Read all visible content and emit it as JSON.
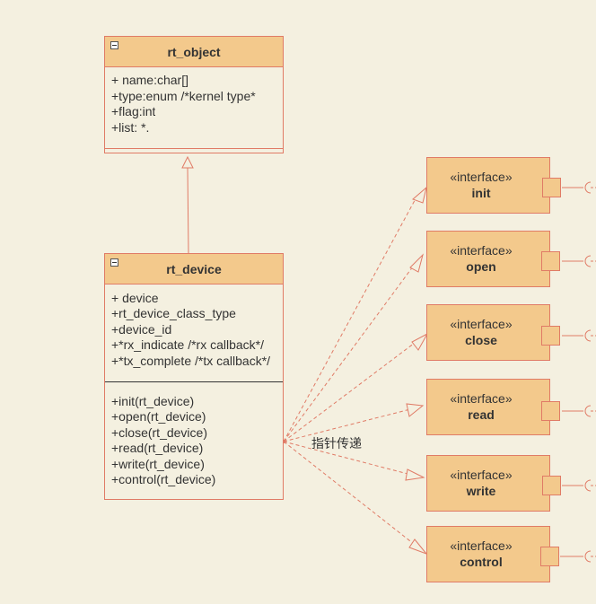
{
  "classes": {
    "rt_object": {
      "title": "rt_object",
      "attributes": [
        "+ name:char[]",
        "+type:enum  /*kernel type*",
        "+flag:int",
        "+list: *."
      ]
    },
    "rt_device": {
      "title": "rt_device",
      "attributes": [
        "+ device",
        "+rt_device_class_type",
        "+device_id",
        "+*rx_indicate /*rx callback*/",
        "+*tx_complete /*tx callback*/"
      ],
      "methods": [
        "+init(rt_device)",
        "+open(rt_device)",
        "+close(rt_device)",
        "+read(rt_device)",
        "+write(rt_device)",
        "+control(rt_device)"
      ]
    }
  },
  "interfaces": [
    {
      "stereotype": "«interface»",
      "name": "init"
    },
    {
      "stereotype": "«interface»",
      "name": "open"
    },
    {
      "stereotype": "«interface»",
      "name": "close"
    },
    {
      "stereotype": "«interface»",
      "name": "read"
    },
    {
      "stereotype": "«interface»",
      "name": "write"
    },
    {
      "stereotype": "«interface»",
      "name": "control"
    }
  ],
  "edge_label": "指针传递",
  "colors": {
    "background": "#f4f0e0",
    "header_fill": "#f3c98c",
    "border": "#e07b66",
    "text": "#333333"
  }
}
